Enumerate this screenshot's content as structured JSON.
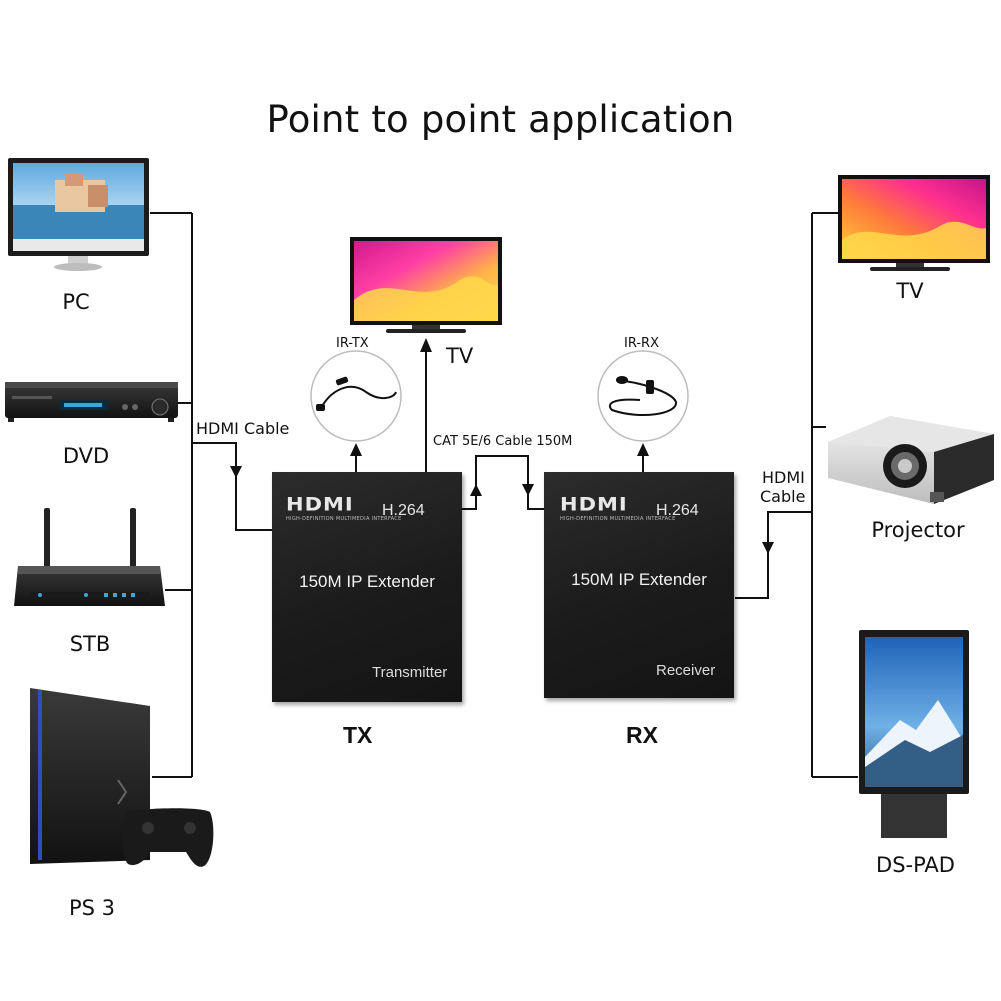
{
  "title": "Point to point application",
  "sources": {
    "pc_label": "PC",
    "dvd_label": "DVD",
    "stb_label": "STB",
    "ps3_label": "PS 3"
  },
  "cables": {
    "hdmi_cable_left": "HDMI Cable",
    "cat_cable": "CAT 5E/6 Cable 150M",
    "hdmi_cable_right_line1": "HDMI",
    "hdmi_cable_right_line2": "Cable"
  },
  "ir": {
    "ir_tx_label": "IR-TX",
    "ir_rx_label": "IR-RX"
  },
  "transmitter": {
    "logo": "HDMI",
    "logo_sub": "HIGH-DEFINITION MULTIMEDIA INTERFACE",
    "codec": "H.264",
    "product": "150M IP Extender",
    "role": "Transmitter",
    "caption": "TX",
    "local_tv_label": "TV"
  },
  "receiver": {
    "logo": "HDMI",
    "logo_sub": "HIGH-DEFINITION MULTIMEDIA INTERFACE",
    "codec": "H.264",
    "product": "150M IP Extender",
    "role": "Receiver",
    "caption": "RX"
  },
  "displays": {
    "tv_label": "TV",
    "projector_label": "Projector",
    "dspad_label": "DS-PAD"
  },
  "colors": {
    "line": "#111111",
    "device_body": "#1e1e1e",
    "text": "#111111"
  }
}
